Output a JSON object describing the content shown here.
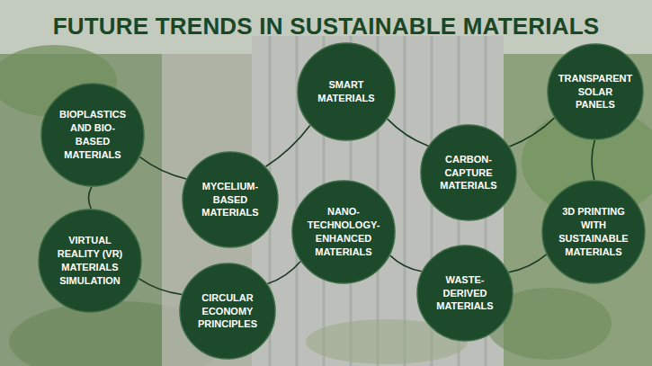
{
  "diagram": {
    "title": "FUTURE TRENDS IN SUSTAINABLE MATERIALS",
    "nodes": [
      {
        "text": [
          "BIOPLASTICS AND BIO-BASED MATERIALS"
        ]
      },
      {
        "text": [
          "SMART MATERIALS"
        ]
      },
      {
        "text": [
          "TRANSPARENT SOLAR PANELS"
        ]
      },
      {
        "text": [
          "MYCELIUM- BASED MATERIALS"
        ]
      },
      {
        "text": [
          "CARBON- CAPTURE MATERIALS"
        ]
      },
      {
        "text": [
          "NANO- TECHNOLOGY- ENHANCED MATERIALS"
        ]
      },
      {
        "text": [
          "VIRTUAL REALITY (VR) MATERIALS SIMULATION"
        ]
      },
      {
        "text": [
          "3D PRINTING WITH SUSTAINABLE MATERIALS"
        ]
      },
      {
        "text": [
          "CIRCULAR ECONOMY PRINCIPLES"
        ]
      },
      {
        "text": [
          "WASTE- DERIVED MATERIALS"
        ]
      }
    ],
    "edges": [
      {
        "from": 0,
        "to": 3,
        "arrow": "none"
      },
      {
        "from": 0,
        "to": 6,
        "arrow": "none"
      },
      {
        "from": 3,
        "to": 1,
        "arrow": "none"
      },
      {
        "from": 6,
        "to": 8,
        "arrow": "none"
      },
      {
        "from": 8,
        "to": 5,
        "arrow": "none"
      },
      {
        "from": 1,
        "to": 4,
        "arrow": "none"
      },
      {
        "from": 4,
        "to": 2,
        "arrow": "none"
      },
      {
        "from": 2,
        "to": 7,
        "arrow": "none"
      },
      {
        "from": 5,
        "to": 9,
        "arrow": "none"
      },
      {
        "from": 9,
        "to": 7,
        "arrow": "none"
      }
    ]
  }
}
